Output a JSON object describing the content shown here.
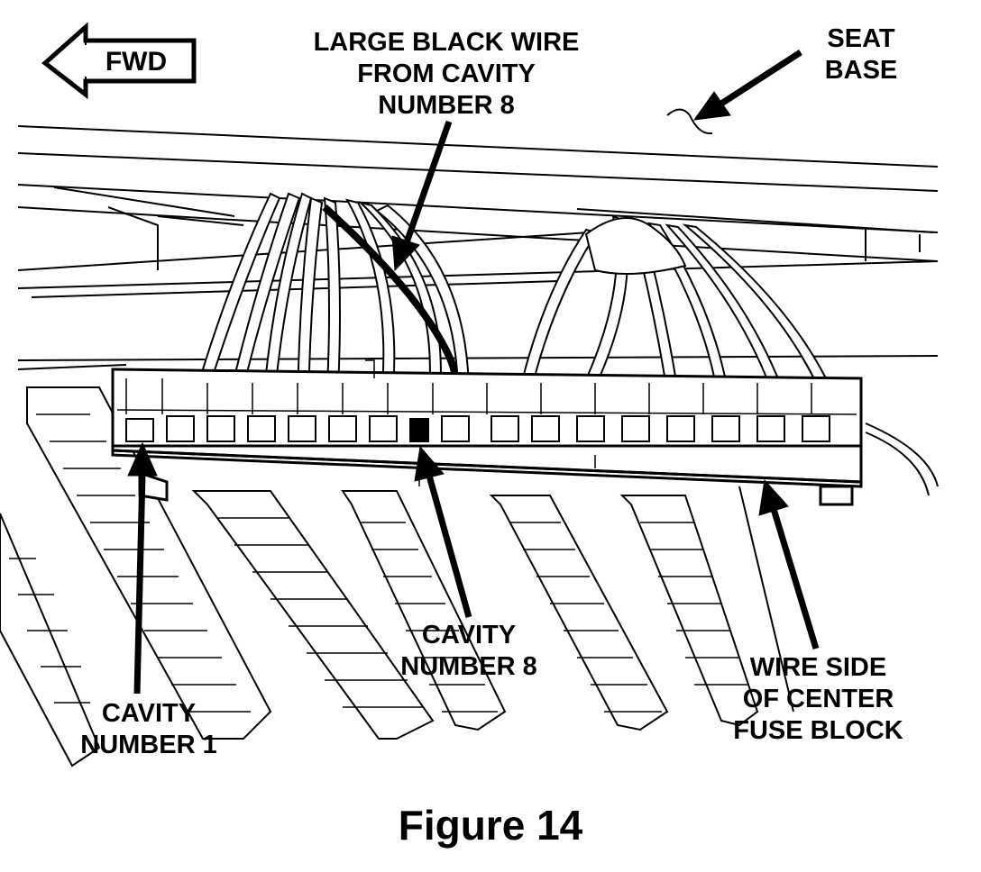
{
  "figure": {
    "caption": "Figure 14",
    "direction_label": "FWD",
    "callouts": {
      "large_black_wire": [
        "LARGE BLACK WIRE",
        "FROM CAVITY",
        "NUMBER 8"
      ],
      "seat_base": [
        "SEAT",
        "BASE"
      ],
      "cavity_number_1": [
        "CAVITY",
        "NUMBER 1"
      ],
      "cavity_number_8": [
        "CAVITY",
        "NUMBER 8"
      ],
      "wire_side": [
        "WIRE SIDE",
        "OF CENTER",
        "FUSE BLOCK"
      ]
    }
  },
  "colors": {
    "ink": "#000000",
    "paper": "#ffffff"
  }
}
